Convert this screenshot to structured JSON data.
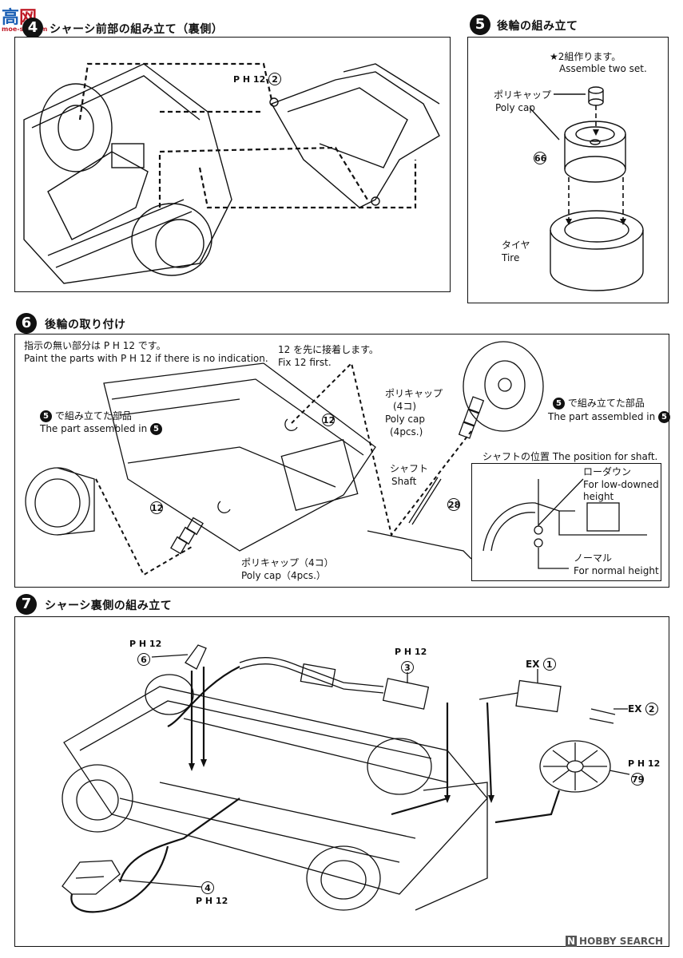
{
  "watermark_top": {
    "cn": "高",
    "cn2": "网",
    "sub": "moe-shi.com"
  },
  "step4": {
    "number": "4",
    "title": "シャーシ前部の組み立て（裏側）",
    "part_ref": "P H 12",
    "part_num": "2"
  },
  "step5": {
    "number": "5",
    "title": "後輪の組み立て",
    "note_jp": "★2組作ります。",
    "note_en": "Assemble two set.",
    "polycap_jp": "ポリキャップ",
    "polycap_en": "Poly cap",
    "wheel_num": "66",
    "tire_jp": "タイヤ",
    "tire_en": "Tire"
  },
  "step6": {
    "number": "6",
    "title": "後輪の取り付け",
    "note1_jp": "指示の無い部分は P H 12 です。",
    "note1_en": "Paint the parts with P H 12 if there is no indication.",
    "fix_jp": "12 を先に接着します。",
    "fix_en": "Fix 12 first.",
    "part12": "12",
    "assembled_jp": "で組み立てた部品",
    "assembled_en": "The part assembled in",
    "assembled_ref": "5",
    "polycap_jp": "ポリキャップ",
    "polycap_cnt_jp": "(4コ)",
    "polycap_en": "Poly cap",
    "polycap_cnt_en": "(4pcs.)",
    "polycap_bottom_jp": "ポリキャップ（4コ）",
    "polycap_bottom_en": "Poly cap（4pcs.）",
    "shaft_jp": "シャフト",
    "shaft_en": "Shaft",
    "shaft_num": "28",
    "inset_title": "シャフトの位置 The position for shaft.",
    "low_jp": "ローダウン",
    "low_en1": "For low-downed",
    "low_en2": "height",
    "normal_jp": "ノーマル",
    "normal_en": "For normal height"
  },
  "step7": {
    "number": "7",
    "title": "シャーシ裏側の組み立て",
    "ph": "P H 12",
    "part6": "6",
    "part3": "3",
    "part4": "4",
    "part79": "79",
    "ex_label": "EX",
    "ex1": "1",
    "ex2": "2"
  },
  "watermark_bottom": {
    "brand": "HOBBY SEARCH",
    "letter": "N"
  }
}
